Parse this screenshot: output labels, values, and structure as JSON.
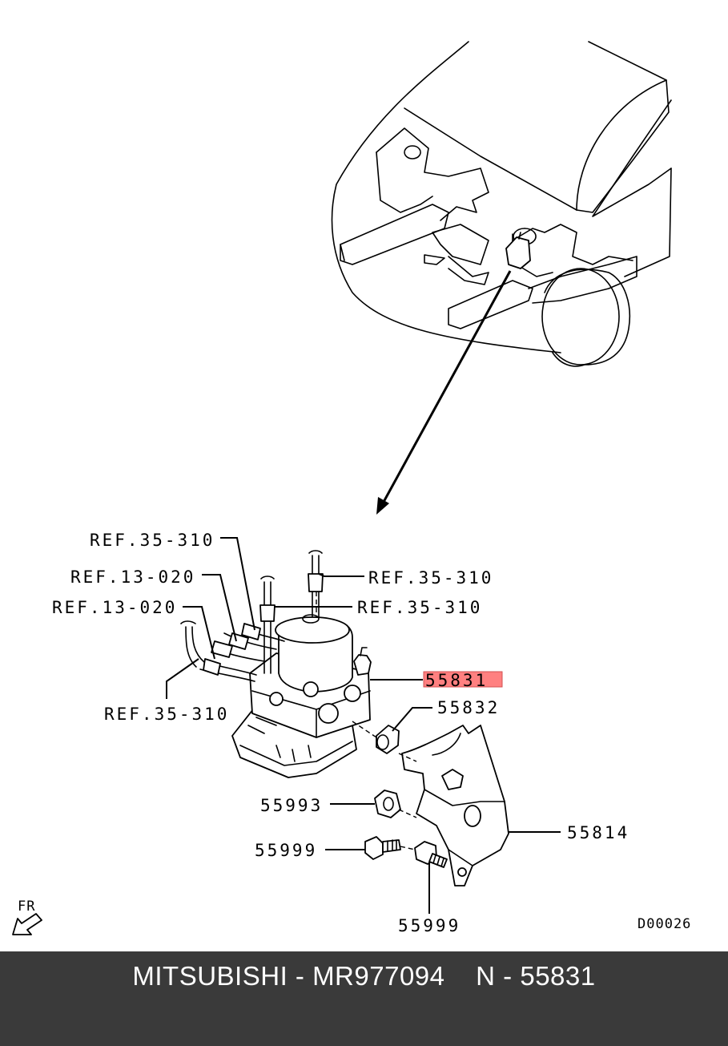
{
  "labels": {
    "ref_35_310_top": "REF.35-310",
    "ref_35_310_pipe1": "REF.35-310",
    "ref_35_310_pipe2": "REF.35-310",
    "ref_13_020_a": "REF.13-020",
    "ref_13_020_b": "REF.13-020",
    "ref_35_310_left": "REF.35-310",
    "part_55831": "55831",
    "part_55832": "55832",
    "part_55993": "55993",
    "part_55814": "55814",
    "part_55999_left": "55999",
    "part_55999_bottom": "55999",
    "front_marker": "FR",
    "diagram_code": "D00026"
  },
  "colors": {
    "highlight": "#ff6b6b",
    "footer_bg": "#3a3a3a"
  },
  "footer": {
    "text": "MITSUBISHI - MR977094    N - 55831"
  }
}
